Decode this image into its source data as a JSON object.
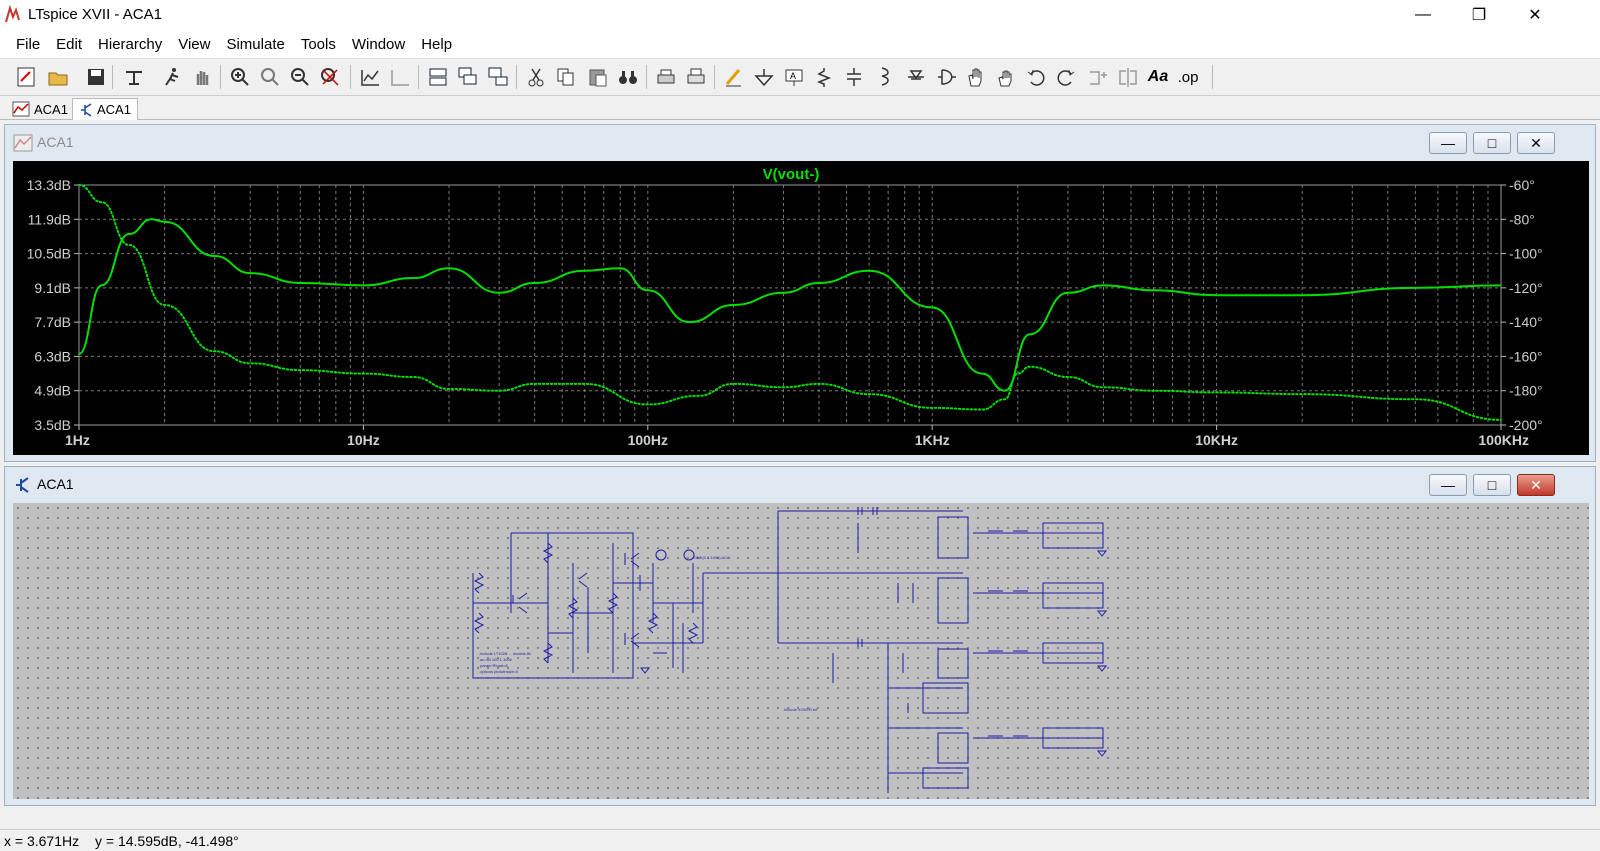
{
  "window": {
    "title": "LTspice XVII - ACA1",
    "minimize": "—",
    "restore": "❐",
    "close": "✕"
  },
  "menu": [
    "File",
    "Edit",
    "Hierarchy",
    "View",
    "Simulate",
    "Tools",
    "Window",
    "Help"
  ],
  "toolbar": {
    "icons": [
      "new-schematic-icon",
      "open-icon",
      "save-icon",
      "control-panel-icon",
      "run-icon",
      "halt-icon",
      "zoom-in-icon",
      "zoom-pan-icon",
      "zoom-out-icon",
      "zoom-fit-icon",
      "autorange-icon",
      "delete-trace-icon",
      "tile-horizontal-icon",
      "cascade-icon",
      "tile-vertical-icon",
      "cut-icon",
      "copy-icon",
      "paste-icon",
      "find-icon",
      "print-setup-icon",
      "print-icon",
      "wire-icon",
      "ground-icon",
      "label-net-icon",
      "resistor-icon",
      "capacitor-icon",
      "inductor-icon",
      "diode-icon",
      "component-icon",
      "move-icon",
      "drag-icon",
      "undo-icon",
      "redo-icon",
      "rotate-icon",
      "mirror-icon",
      "text-icon",
      "spice-directive-icon"
    ],
    "text_label": "Aa",
    "op_label": ".op"
  },
  "tabs": [
    {
      "label": "ACA1",
      "icon": "waveform-icon",
      "active": false
    },
    {
      "label": "ACA1",
      "icon": "schematic-icon",
      "active": true
    }
  ],
  "plot_window": {
    "title": "ACA1",
    "trace_name": "V(vout-)",
    "trace_color": "#00e000",
    "left_ticks": [
      "13.3dB",
      "11.9dB",
      "10.5dB",
      "9.1dB",
      "7.7dB",
      "6.3dB",
      "4.9dB",
      "3.5dB"
    ],
    "right_ticks": [
      "-60°",
      "-80°",
      "-100°",
      "-120°",
      "-140°",
      "-160°",
      "-180°",
      "-200°"
    ],
    "x_ticks": [
      "1Hz",
      "10Hz",
      "100Hz",
      "1KHz",
      "10KHz",
      "100KHz"
    ]
  },
  "schematic_window": {
    "title": "ACA1"
  },
  "chart_data": {
    "type": "line",
    "title": "V(vout-)",
    "xscale": "log",
    "xlim": [
      1,
      100000
    ],
    "ylim_left": [
      3.5,
      13.3
    ],
    "ylim_right": [
      -200,
      -60
    ],
    "grid": true,
    "series": [
      {
        "name": "V(vout-)",
        "axis": "left",
        "style": "solid",
        "x": [
          1,
          1.2,
          1.5,
          1.8,
          2,
          3,
          4,
          6,
          10,
          15,
          20,
          30,
          40,
          60,
          80,
          100,
          140,
          200,
          300,
          400,
          600,
          1000,
          1500,
          1800,
          2200,
          3000,
          4000,
          6000,
          10000,
          20000,
          50000,
          100000
        ],
        "y": [
          6.4,
          9.2,
          11.3,
          11.9,
          11.8,
          10.4,
          9.7,
          9.3,
          9.2,
          9.5,
          9.9,
          8.9,
          9.3,
          9.8,
          9.9,
          9.0,
          7.7,
          8.4,
          8.9,
          9.3,
          9.8,
          8.3,
          5.6,
          4.9,
          7.2,
          8.9,
          9.2,
          9.0,
          8.8,
          8.8,
          9.1,
          9.2
        ]
      },
      {
        "name": "V(vout-)",
        "axis": "right",
        "style": "dotted",
        "x": [
          1,
          1.2,
          1.5,
          2,
          3,
          4,
          6,
          10,
          15,
          20,
          30,
          40,
          60,
          100,
          150,
          200,
          300,
          400,
          600,
          1000,
          1500,
          1800,
          2000,
          2200,
          3000,
          4000,
          6000,
          10000,
          20000,
          50000,
          100000
        ],
        "y": [
          -60,
          -70,
          -95,
          -130,
          -157,
          -164,
          -168,
          -170,
          -172,
          -179,
          -180,
          -176,
          -176,
          -188,
          -183,
          -176,
          -178,
          -176,
          -182,
          -190,
          -191,
          -185,
          -170,
          -166,
          -172,
          -178,
          -180,
          -181,
          -182,
          -185,
          -197
        ]
      }
    ]
  },
  "status": {
    "x": "x = 3.671Hz",
    "y": "y = 14.595dB, -41.498°"
  }
}
